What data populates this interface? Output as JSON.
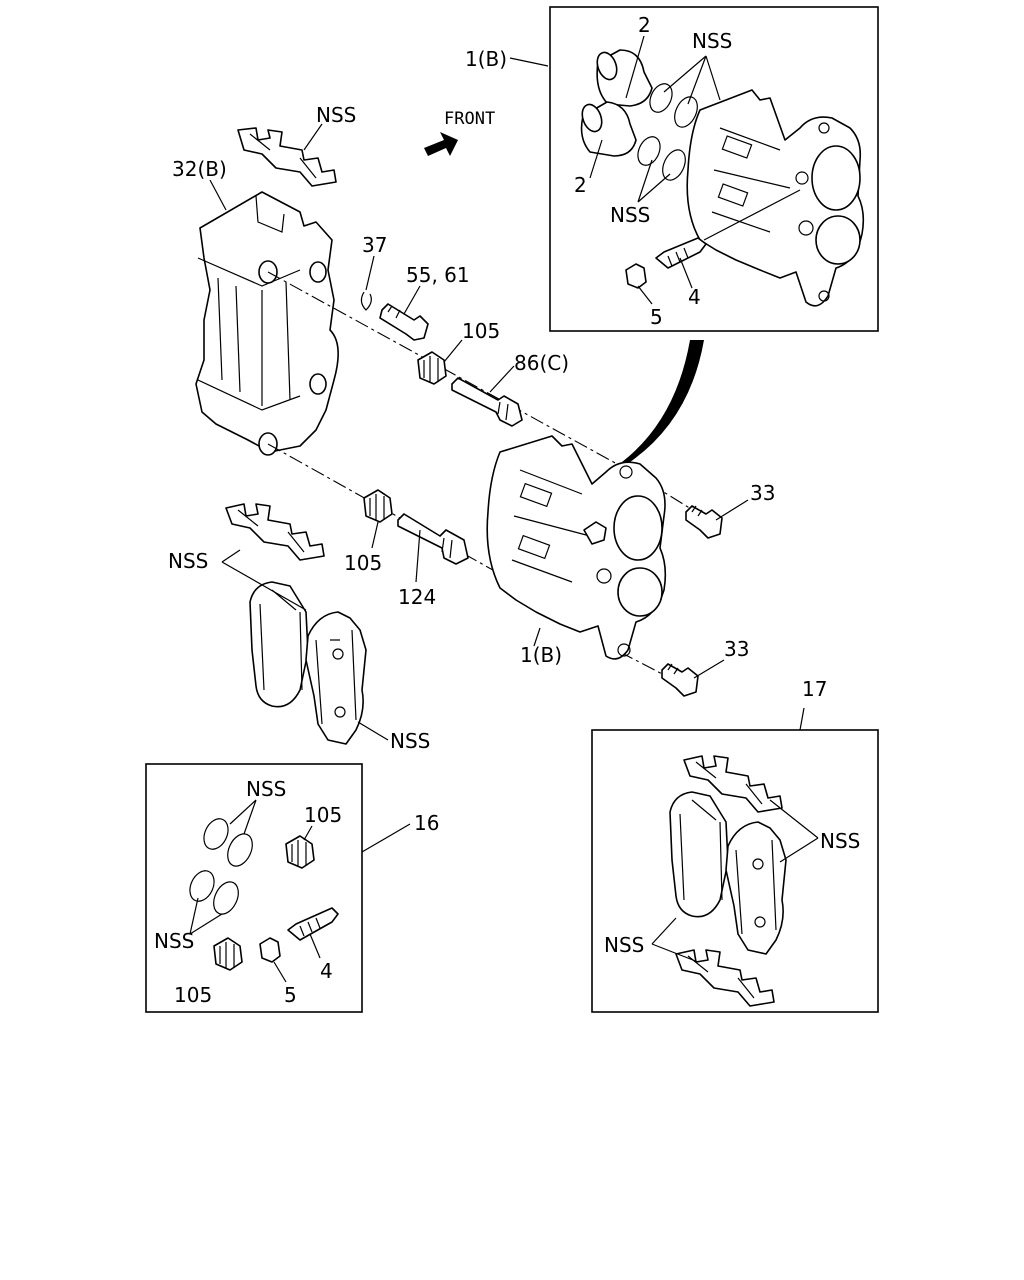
{
  "front_label": "FRONT",
  "front_arrow_icon": "arrow-up-right-icon",
  "labels": {
    "caliper_assy_inset": "1(B)",
    "piston_inset": "2",
    "piston_inset_2": "2",
    "nss_seal_inset_top": "NSS",
    "nss_seal_inset_bottom": "NSS",
    "bleeder_inset": "4",
    "cap_inset": "5",
    "nss_clip_top": "NSS",
    "support_assy": "32(B)",
    "ring_37": "37",
    "bolt_55_61": "55, 61",
    "boot_105_upper": "105",
    "pin_86c": "86(C)",
    "boot_105_lower": "105",
    "pin_124": "124",
    "bolt_33_upper": "33",
    "bolt_33_lower": "33",
    "caliper_assy_main": "1(B)",
    "nss_clip_left": "NSS",
    "nss_pad": "NSS",
    "kit_16": "16",
    "kit16_nss_top": "NSS",
    "kit16_105": "105",
    "kit16_nss_bottom": "NSS",
    "kit16_4": "4",
    "kit16_105_bottom": "105",
    "kit16_5": "5",
    "kit_17": "17",
    "kit17_nss_right": "NSS",
    "kit17_nss_left": "NSS"
  }
}
